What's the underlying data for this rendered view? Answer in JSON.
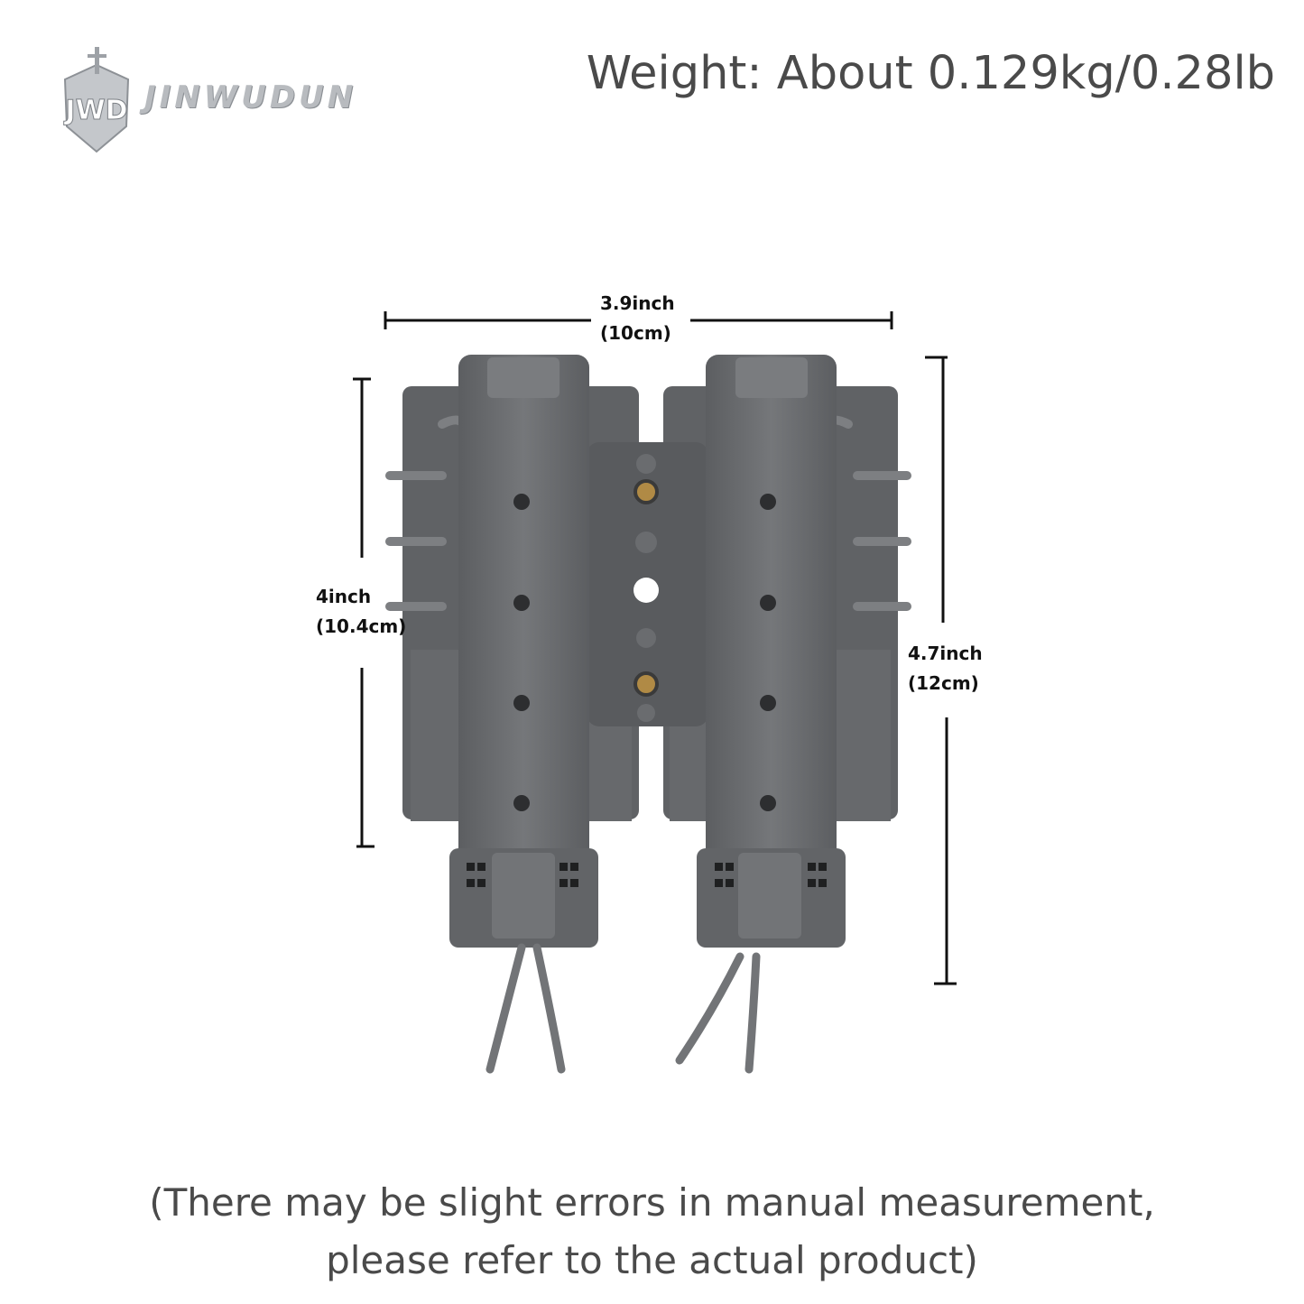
{
  "brand": {
    "name": "JINWUDUN",
    "mark": "JWD"
  },
  "weight_text": "Weight: About 0.129kg/0.28lb",
  "dimensions": {
    "width": {
      "inch": "3.9inch",
      "cm": "(10cm)"
    },
    "inner_height": {
      "inch": "4inch",
      "cm": "(10.4cm)"
    },
    "total_height": {
      "inch": "4.7inch",
      "cm": "(12cm)"
    }
  },
  "note": {
    "line1": "(There may be slight errors in manual measurement,",
    "line2": "please refer to the actual product)"
  },
  "colors": {
    "product": "#6b6d70",
    "product_dark": "#4f5154",
    "brass": "#b08a45",
    "text": "#4a4a4a"
  }
}
